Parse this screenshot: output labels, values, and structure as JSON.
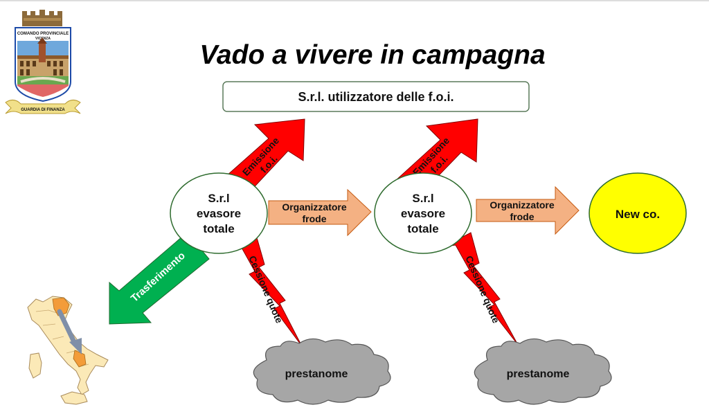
{
  "title": "Vado a vivere in campagna",
  "top_box": {
    "label": "S.r.l. utilizzatore delle f.o.i."
  },
  "nodes": [
    {
      "line1": "S.r.l",
      "line2": "evasore",
      "line3": "totale"
    },
    {
      "line1": "S.r.l",
      "line2": "evasore",
      "line3": "totale"
    }
  ],
  "new_co": {
    "label": "New co."
  },
  "arrows": {
    "emissione": {
      "line1": "Emissione",
      "line2": "f.o.i."
    },
    "organizzatore": {
      "line1": "Organizzatore",
      "line2": "frode"
    },
    "cessione": {
      "label": "Cessione quote"
    },
    "trasferimento": {
      "label": "Trasferimento"
    }
  },
  "clouds": [
    {
      "label": "prestanome"
    },
    {
      "label": "prestanome"
    }
  ],
  "logo": {
    "top_text": "COMANDO PROVINCIALE",
    "sub_text": "VICENZA",
    "banner_text": "GUARDIA DI FINANZA"
  },
  "colors": {
    "red_arrow": "#ff0000",
    "orange_arrow": "#f4b183",
    "green_arrow": "#00b050",
    "new_co_fill": "#ffff00",
    "cloud_fill": "#a6a6a6",
    "box_border": "#5a7a5a"
  }
}
